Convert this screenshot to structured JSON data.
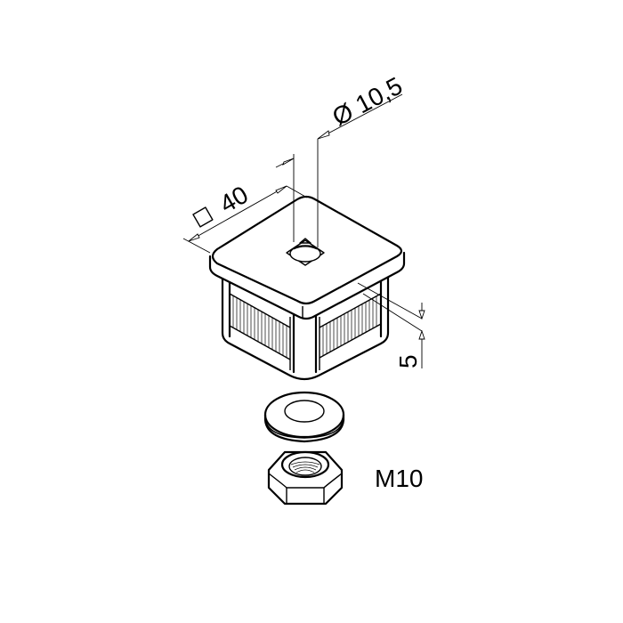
{
  "drawing": {
    "subject": "square tube end cap with washer and nut",
    "dimensions": {
      "square_size": "40",
      "square_symbol": "□",
      "hole_diameter": "Ø 10,5",
      "height": "5"
    },
    "thread_label": "M10",
    "colors": {
      "line": "#000000",
      "background": "#ffffff"
    }
  }
}
